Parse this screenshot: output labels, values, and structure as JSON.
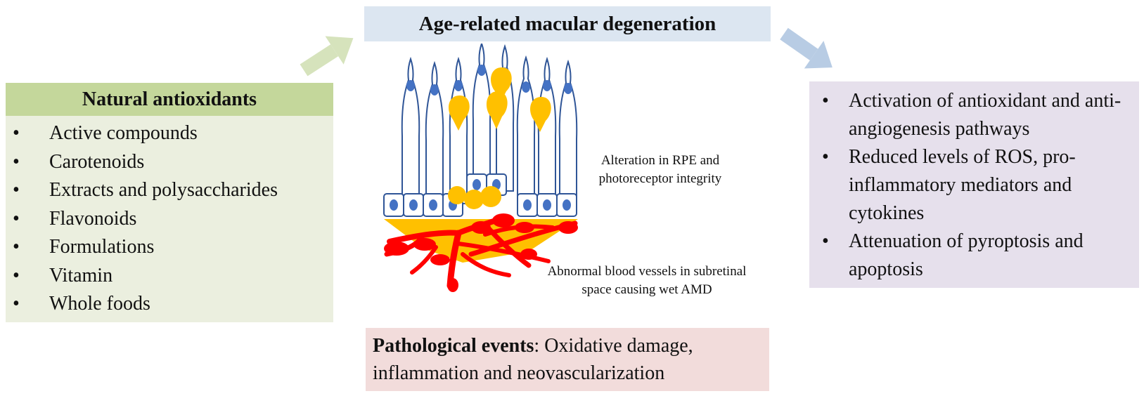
{
  "title": "Age-related macular degeneration",
  "left_panel": {
    "title": "Natural antioxidants",
    "items": [
      "Active compounds",
      "Carotenoids",
      "Extracts and polysaccharides",
      "Flavonoids",
      "Formulations",
      "Vitamin",
      "Whole foods"
    ]
  },
  "right_panel": {
    "items": [
      "Activation of antioxidant and anti-angiogenesis pathways",
      "Reduced levels of ROS, pro-inflammatory mediators and cytokines",
      "Attenuation of pyroptosis and apoptosis"
    ]
  },
  "bottom": {
    "label": "Pathological events",
    "text": ": Oxidative damage, inflammation and neovascularization"
  },
  "illustration": {
    "rpe_label": "Alteration in RPE and photoreceptor integrity",
    "vessel_label": "Abnormal blood vessels in subretinal space causing wet AMD"
  },
  "bullet_char": "•",
  "colors": {
    "left_header": "#c4d79b",
    "left_body": "#ebefdf",
    "title_bg": "#dce6f1",
    "right_bg": "#e6e0ec",
    "bottom_bg": "#f2dcdb",
    "green_arrow": "#d6e3bc",
    "blue_arrow": "#b8cce4",
    "cell_outline": "#2f5597",
    "nucleus": "#4472c4",
    "drusen": "#ffc000",
    "vessels": "#ff0000"
  }
}
